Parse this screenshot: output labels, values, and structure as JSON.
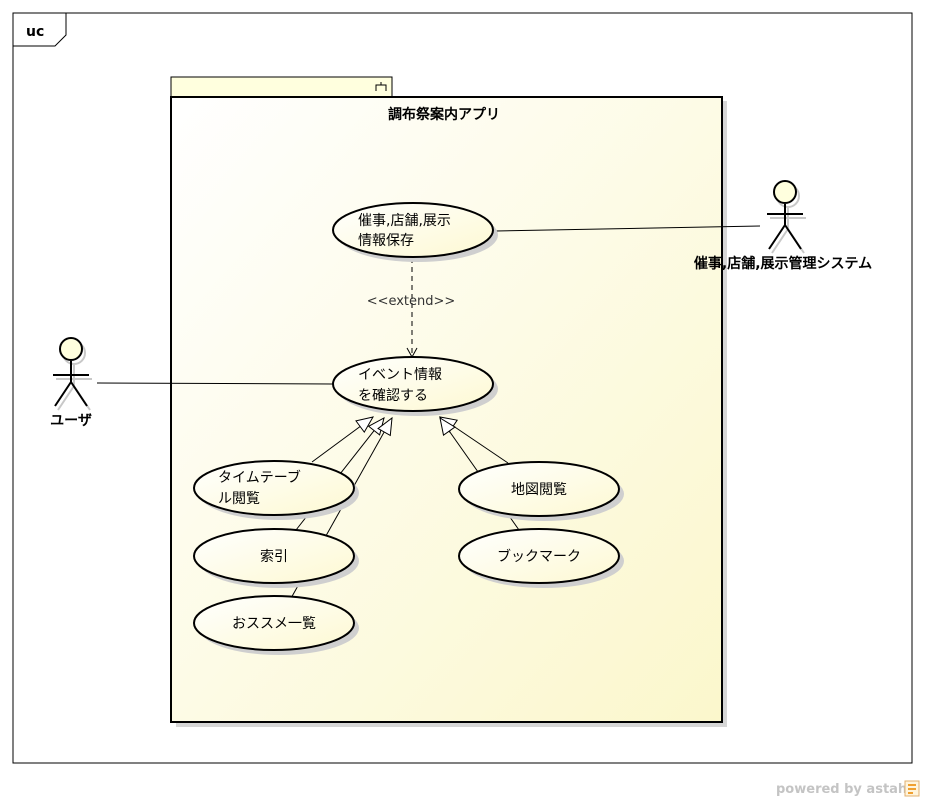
{
  "frame": {
    "tag": "uc"
  },
  "system": {
    "name": "調布祭案内アプリ",
    "package_icon": "package-icon"
  },
  "actors": {
    "user": {
      "label": "ユーザ"
    },
    "management_system": {
      "label": "催事,店舗,展示管理システム"
    }
  },
  "use_cases": {
    "save_info": {
      "line1": "催事,店舗,展示",
      "line2": "情報保存"
    },
    "check_event": {
      "line1": "イベント情報",
      "line2": "を確認する"
    },
    "timetable": {
      "line1": "タイムテーブ",
      "line2": "ル閲覧"
    },
    "index": {
      "line1": "索引"
    },
    "recommend": {
      "line1": "おススメ一覧"
    },
    "map": {
      "line1": "地図閲覧"
    },
    "bookmark": {
      "line1": "ブックマーク"
    }
  },
  "relations": {
    "extend_label": "<<extend>>"
  },
  "watermark": {
    "text": "powered by astah*"
  },
  "colors": {
    "boundary_fill": "#ffffde",
    "ellipse_fill": "#ffffe0",
    "line": "#000000",
    "shadow": "#c8c8c8",
    "watermark": "#c4c4c4",
    "logo_accent": "#f0a030"
  }
}
